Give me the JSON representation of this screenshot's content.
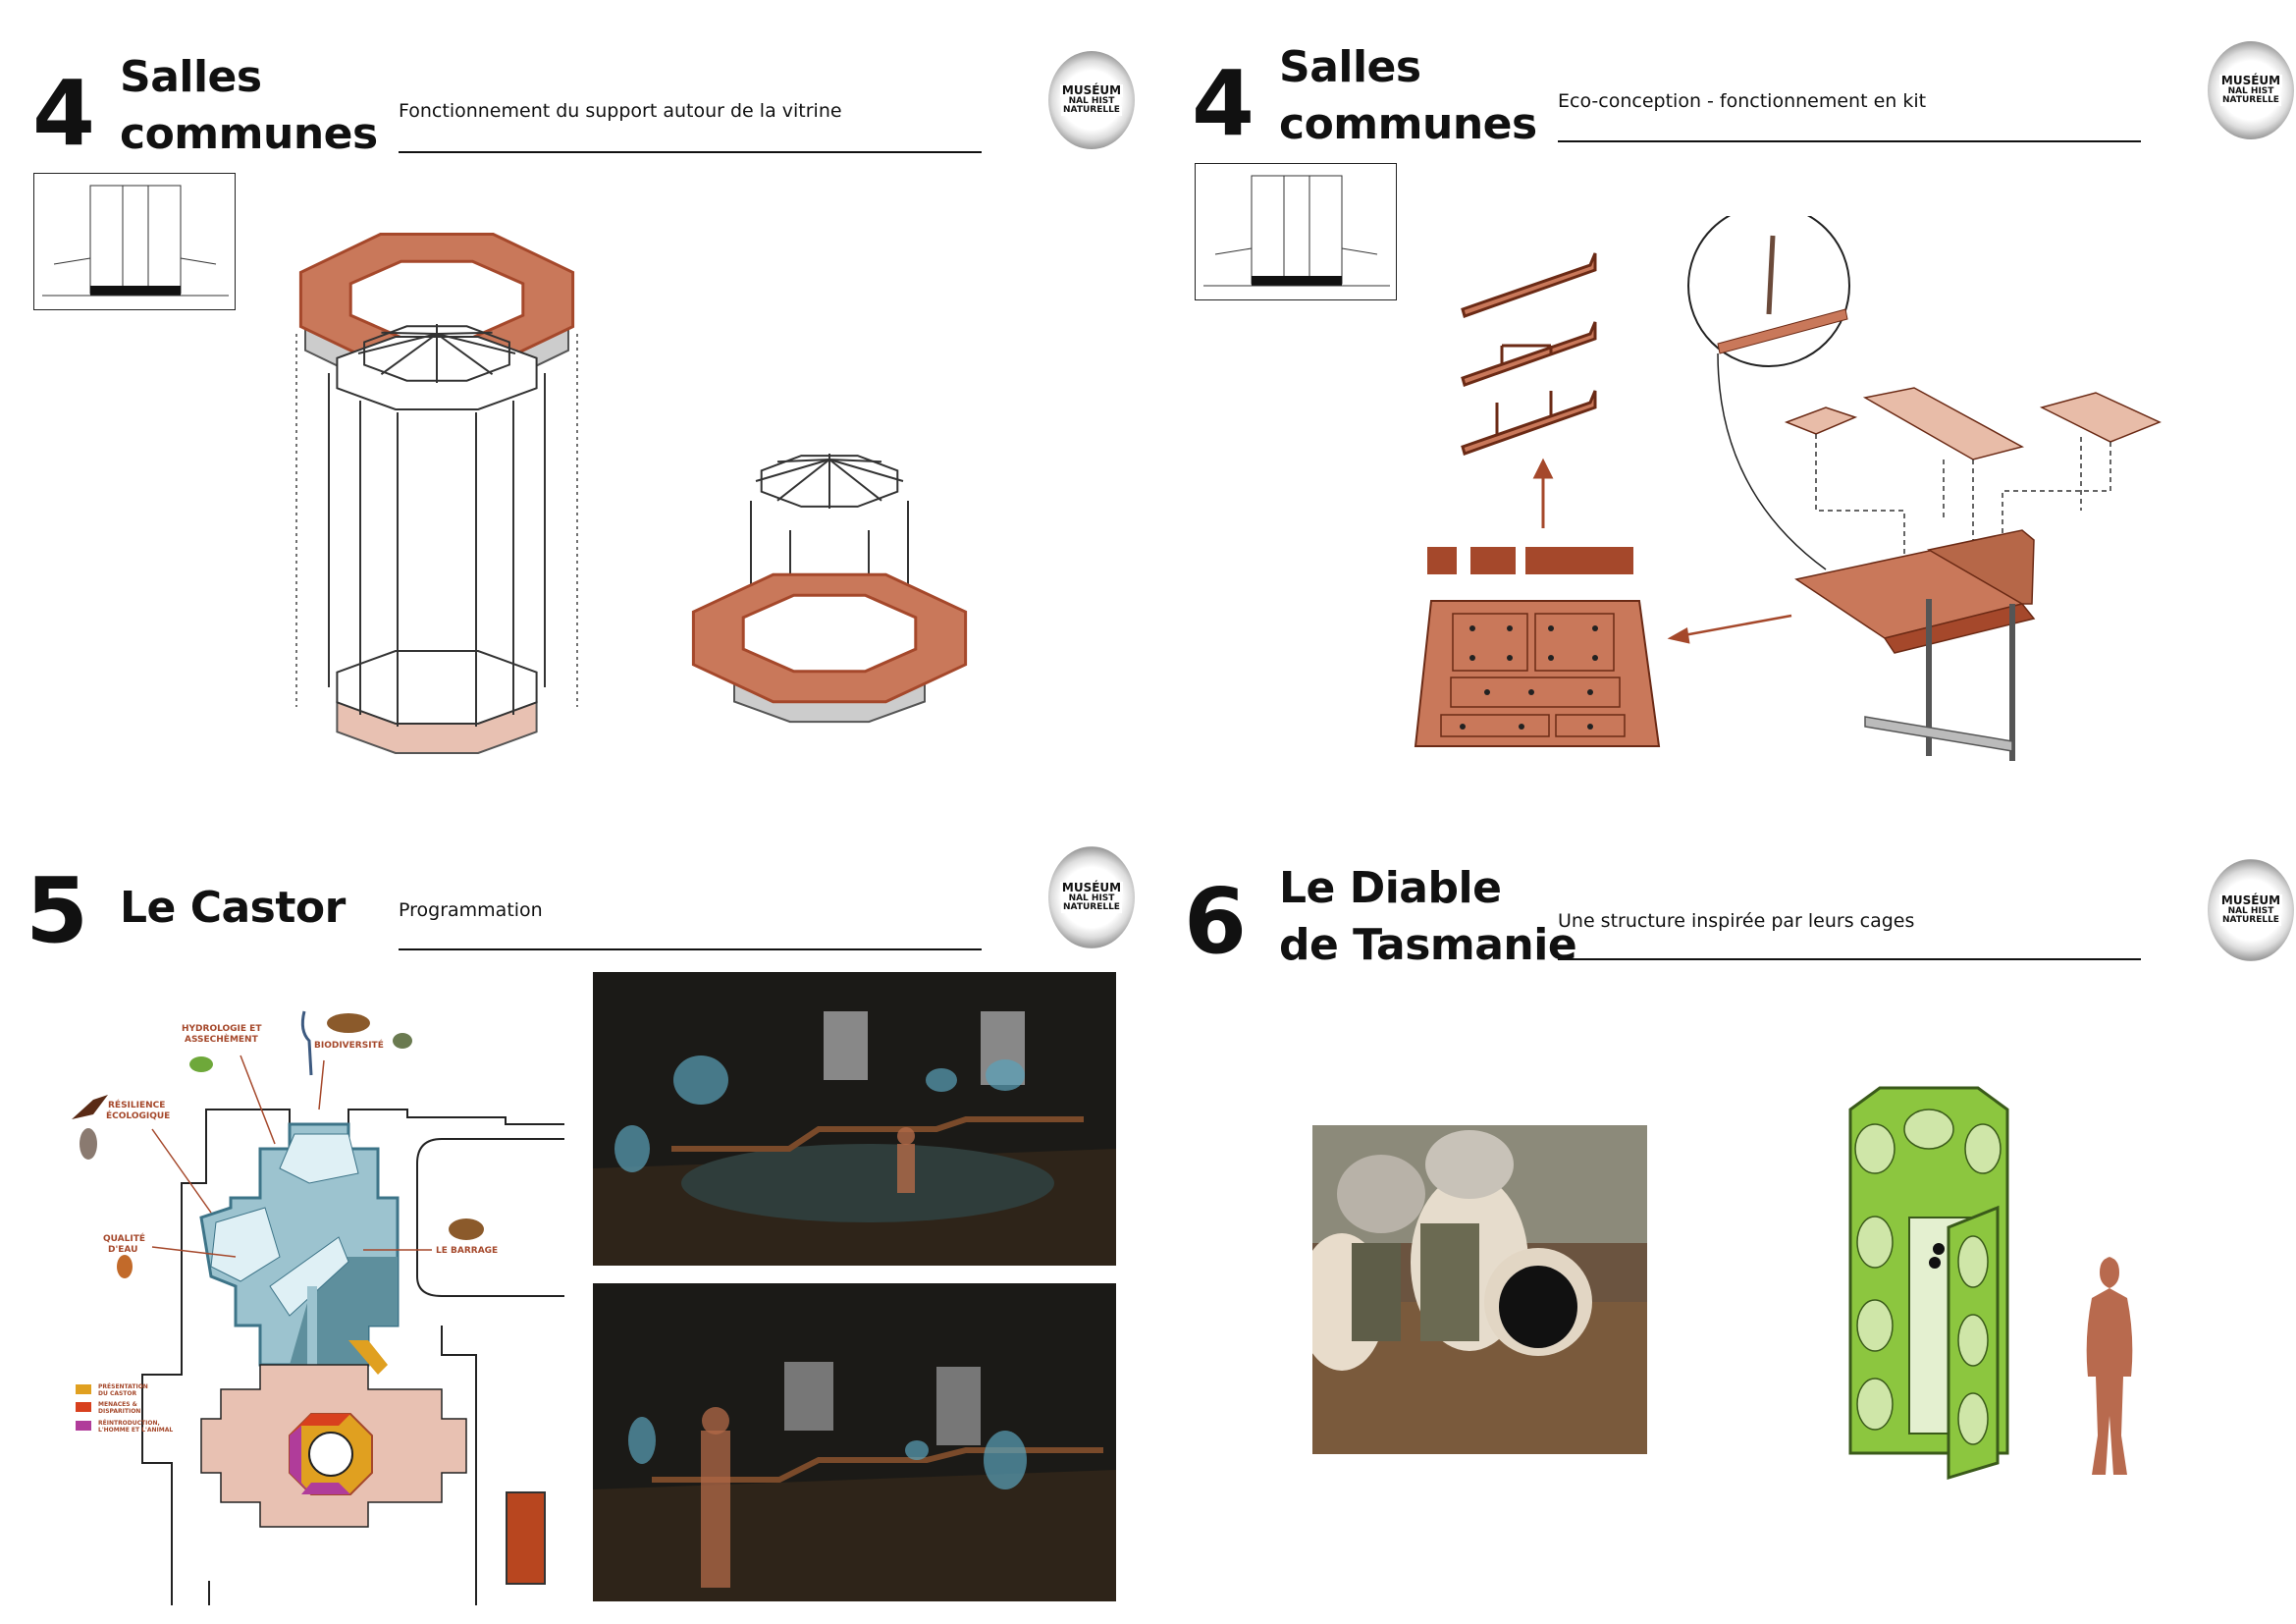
{
  "logo": {
    "line1": "MUSÉUM",
    "line2": "NAL HIST",
    "line3": "NATURELLE"
  },
  "panels": [
    {
      "number": "4",
      "title_line1": "Salles",
      "title_line2": "communes",
      "subtitle": "Fonctionnement du support autour de la vitrine"
    },
    {
      "number": "4",
      "title_line1": "Salles",
      "title_line2": "communes",
      "subtitle": "Eco-conception - fonctionnement en kit"
    },
    {
      "number": "5",
      "title_line1": "Le Castor",
      "subtitle": "Programmation"
    },
    {
      "number": "6",
      "title_line1": "Le Diable",
      "title_line2": "de Tasmanie",
      "subtitle": "Une structure inspirée par leurs cages"
    }
  ],
  "castor_map": {
    "labels": {
      "hydrologie1": "HYDROLOGIE ET",
      "hydrologie2": "ASSECHÈMENT",
      "biodiversite": "BIODIVERSITÉ",
      "resilience1": "RÉSILIENCE",
      "resilience2": "ÉCOLOGIQUE",
      "qualite1": "QUALITÉ",
      "qualite2": "D'EAU",
      "barrage": "LE BARRAGE"
    },
    "legend": [
      {
        "line1": "PRÉSENTATION",
        "line2": "DU CASTOR",
        "color": "#e0a020"
      },
      {
        "line1": "MENACES &",
        "line2": "DISPARITION",
        "color": "#d8401e"
      },
      {
        "line1": "RÉINTRODUCTION,",
        "line2": "L'HOMME ET L'ANIMAL",
        "color": "#b03c9a"
      }
    ]
  },
  "colors": {
    "wood": "#c9785a",
    "wood_dark": "#a5482b",
    "water": "#9cc3cf",
    "floor": "#e8c1b2",
    "green": "#8cc63f"
  }
}
